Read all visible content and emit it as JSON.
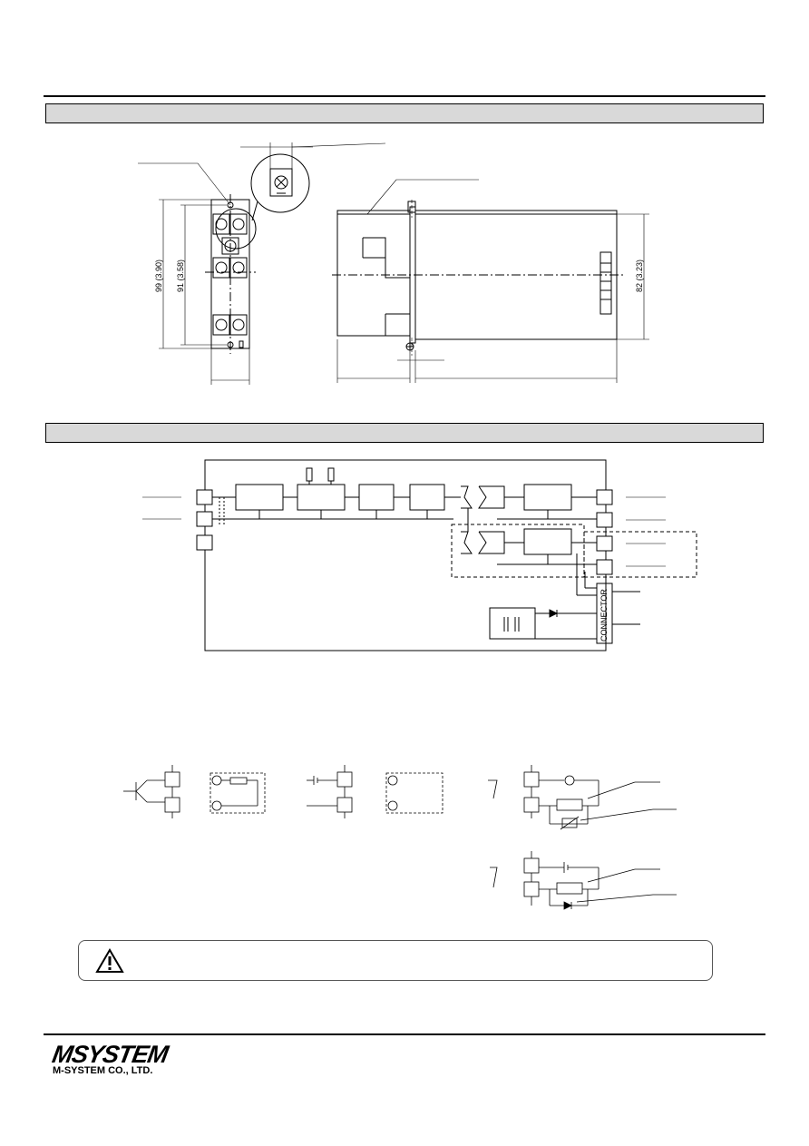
{
  "dimensions": {
    "height_overall": "99 (3.90)",
    "height_mount": "91 (3.58)",
    "height_side": "82 (3.23)"
  },
  "connector_label": "CONNECTOR",
  "brand": {
    "logo": "MSYSTEM",
    "company": "M-SYSTEM CO., LTD."
  },
  "icons": {
    "warning": "warning-triangle-icon"
  }
}
